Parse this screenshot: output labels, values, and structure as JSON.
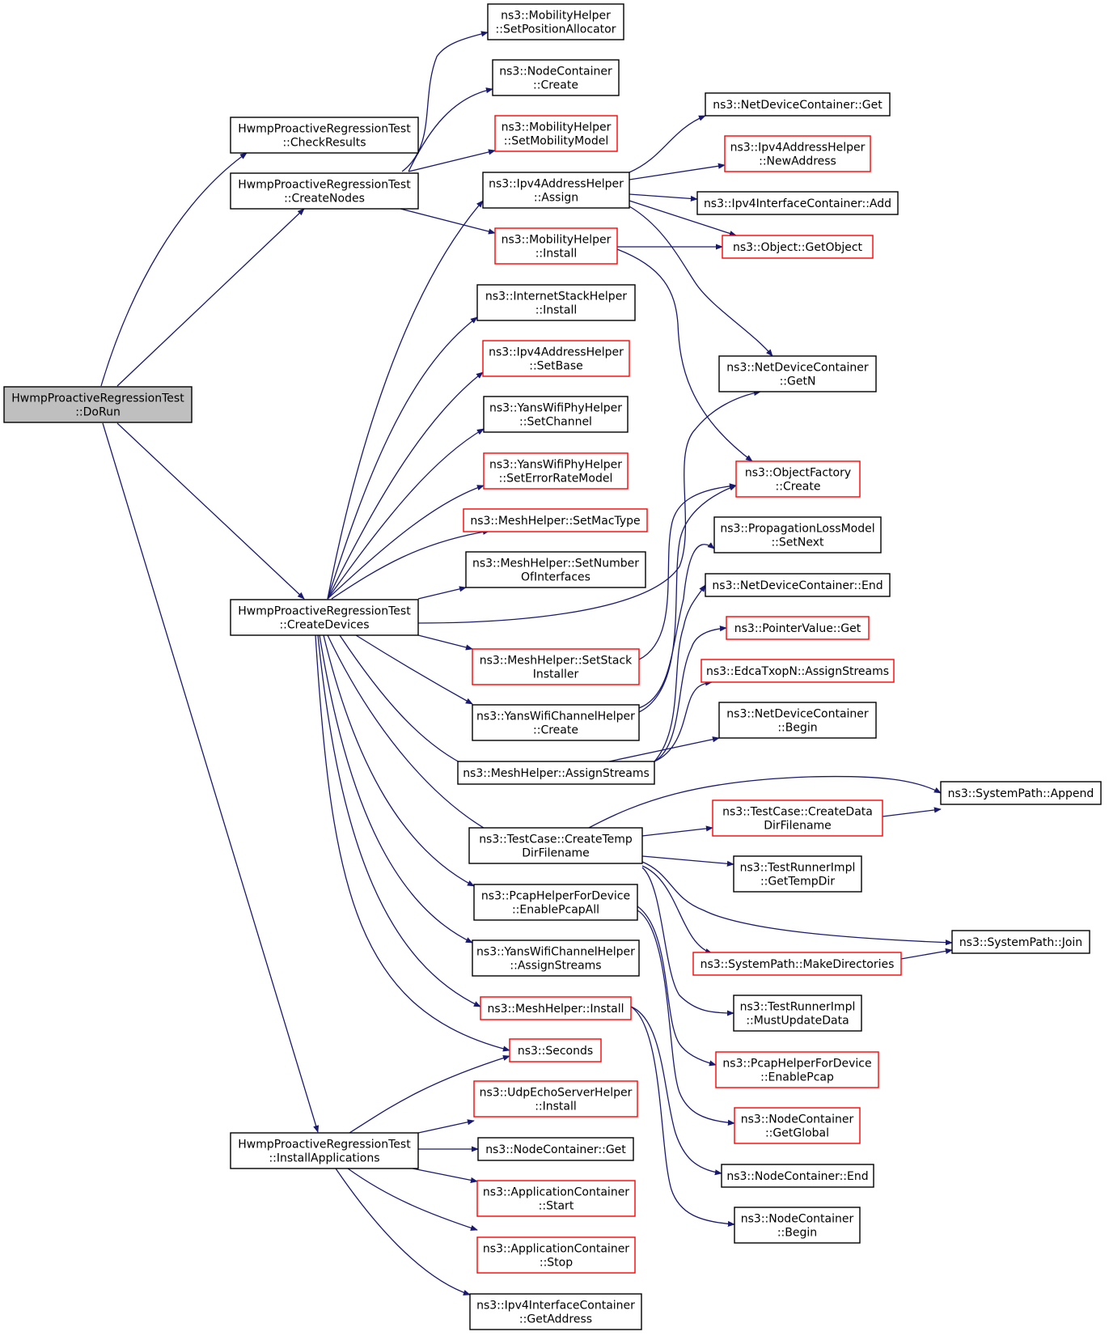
{
  "colors": {
    "edge": "#191970",
    "border_normal": "#000000",
    "border_undocumented": "#ff0000",
    "root_fill": "#bfbfbf"
  },
  "nodes": [
    {
      "id": "dorun",
      "lines": [
        "HwmpProactiveRegressionTest",
        "::DoRun"
      ],
      "style": "root"
    },
    {
      "id": "checkresults",
      "lines": [
        "HwmpProactiveRegressionTest",
        "::CheckResults"
      ],
      "style": "black"
    },
    {
      "id": "createnodes",
      "lines": [
        "HwmpProactiveRegressionTest",
        "::CreateNodes"
      ],
      "style": "black"
    },
    {
      "id": "createdevices",
      "lines": [
        "HwmpProactiveRegressionTest",
        "::CreateDevices"
      ],
      "style": "black"
    },
    {
      "id": "installapps",
      "lines": [
        "HwmpProactiveRegressionTest",
        "::InstallApplications"
      ],
      "style": "black"
    },
    {
      "id": "setposalloc",
      "lines": [
        "ns3::MobilityHelper",
        "::SetPositionAllocator"
      ],
      "style": "black"
    },
    {
      "id": "nc_create",
      "lines": [
        "ns3::NodeContainer",
        "::Create"
      ],
      "style": "black"
    },
    {
      "id": "setmobmodel",
      "lines": [
        "ns3::MobilityHelper",
        "::SetMobilityModel"
      ],
      "style": "red"
    },
    {
      "id": "ipv4assign",
      "lines": [
        "ns3::Ipv4AddressHelper",
        "::Assign"
      ],
      "style": "black"
    },
    {
      "id": "mob_install",
      "lines": [
        "ns3::MobilityHelper",
        "::Install"
      ],
      "style": "red"
    },
    {
      "id": "ish_install",
      "lines": [
        "ns3::InternetStackHelper",
        "::Install"
      ],
      "style": "black"
    },
    {
      "id": "ipv4setbase",
      "lines": [
        "ns3::Ipv4AddressHelper",
        "::SetBase"
      ],
      "style": "red"
    },
    {
      "id": "yans_setchannel",
      "lines": [
        "ns3::YansWifiPhyHelper",
        "::SetChannel"
      ],
      "style": "black"
    },
    {
      "id": "yans_seterr",
      "lines": [
        "ns3::YansWifiPhyHelper",
        "::SetErrorRateModel"
      ],
      "style": "red"
    },
    {
      "id": "mesh_setmac",
      "lines": [
        "ns3::MeshHelper::SetMacType"
      ],
      "style": "red"
    },
    {
      "id": "mesh_setnum",
      "lines": [
        "ns3::MeshHelper::SetNumber",
        "OfInterfaces"
      ],
      "style": "black"
    },
    {
      "id": "mesh_setstack",
      "lines": [
        "ns3::MeshHelper::SetStack",
        "Installer"
      ],
      "style": "red"
    },
    {
      "id": "ywch_create",
      "lines": [
        "ns3::YansWifiChannelHelper",
        "::Create"
      ],
      "style": "black"
    },
    {
      "id": "mesh_assignstreams",
      "lines": [
        "ns3::MeshHelper::AssignStreams"
      ],
      "style": "black"
    },
    {
      "id": "tc_createtemp",
      "lines": [
        "ns3::TestCase::CreateTemp",
        "DirFilename"
      ],
      "style": "black"
    },
    {
      "id": "pcap_all",
      "lines": [
        "ns3::PcapHelperForDevice",
        "::EnablePcapAll"
      ],
      "style": "black"
    },
    {
      "id": "ywch_assign",
      "lines": [
        "ns3::YansWifiChannelHelper",
        "::AssignStreams"
      ],
      "style": "black"
    },
    {
      "id": "mesh_install",
      "lines": [
        "ns3::MeshHelper::Install"
      ],
      "style": "red"
    },
    {
      "id": "seconds",
      "lines": [
        "ns3::Seconds"
      ],
      "style": "red"
    },
    {
      "id": "udpecho",
      "lines": [
        "ns3::UdpEchoServerHelper",
        "::Install"
      ],
      "style": "red"
    },
    {
      "id": "nc_get",
      "lines": [
        "ns3::NodeContainer::Get"
      ],
      "style": "black"
    },
    {
      "id": "ac_start",
      "lines": [
        "ns3::ApplicationContainer",
        "::Start"
      ],
      "style": "red"
    },
    {
      "id": "ac_stop",
      "lines": [
        "ns3::ApplicationContainer",
        "::Stop"
      ],
      "style": "red"
    },
    {
      "id": "ipv4ic_getaddr",
      "lines": [
        "ns3::Ipv4InterfaceContainer",
        "::GetAddress"
      ],
      "style": "black"
    },
    {
      "id": "ndc_get",
      "lines": [
        "ns3::NetDeviceContainer::Get"
      ],
      "style": "black"
    },
    {
      "id": "ipv4newaddr",
      "lines": [
        "ns3::Ipv4AddressHelper",
        "::NewAddress"
      ],
      "style": "red"
    },
    {
      "id": "ipv4ic_add",
      "lines": [
        "ns3::Ipv4InterfaceContainer::Add"
      ],
      "style": "black"
    },
    {
      "id": "getobject",
      "lines": [
        "ns3::Object::GetObject"
      ],
      "style": "red"
    },
    {
      "id": "ndc_getn",
      "lines": [
        "ns3::NetDeviceContainer",
        "::GetN"
      ],
      "style": "black"
    },
    {
      "id": "of_create",
      "lines": [
        "ns3::ObjectFactory",
        "::Create"
      ],
      "style": "red"
    },
    {
      "id": "plm_setnext",
      "lines": [
        "ns3::PropagationLossModel",
        "::SetNext"
      ],
      "style": "black"
    },
    {
      "id": "ndc_end",
      "lines": [
        "ns3::NetDeviceContainer::End"
      ],
      "style": "black"
    },
    {
      "id": "pv_get",
      "lines": [
        "ns3::PointerValue::Get"
      ],
      "style": "red"
    },
    {
      "id": "edca_assign",
      "lines": [
        "ns3::EdcaTxopN::AssignStreams"
      ],
      "style": "red"
    },
    {
      "id": "ndc_begin",
      "lines": [
        "ns3::NetDeviceContainer",
        "::Begin"
      ],
      "style": "black"
    },
    {
      "id": "sp_append",
      "lines": [
        "ns3::SystemPath::Append"
      ],
      "style": "black"
    },
    {
      "id": "tc_createdata",
      "lines": [
        "ns3::TestCase::CreateData",
        "DirFilename"
      ],
      "style": "red"
    },
    {
      "id": "tri_gettemp",
      "lines": [
        "ns3::TestRunnerImpl",
        "::GetTempDir"
      ],
      "style": "black"
    },
    {
      "id": "sp_join",
      "lines": [
        "ns3::SystemPath::Join"
      ],
      "style": "black"
    },
    {
      "id": "sp_makedirs",
      "lines": [
        "ns3::SystemPath::MakeDirectories"
      ],
      "style": "red"
    },
    {
      "id": "tri_mustupdate",
      "lines": [
        "ns3::TestRunnerImpl",
        "::MustUpdateData"
      ],
      "style": "black"
    },
    {
      "id": "pcap_enable",
      "lines": [
        "ns3::PcapHelperForDevice",
        "::EnablePcap"
      ],
      "style": "red"
    },
    {
      "id": "nc_getglobal",
      "lines": [
        "ns3::NodeContainer",
        "::GetGlobal"
      ],
      "style": "red"
    },
    {
      "id": "nc_end",
      "lines": [
        "ns3::NodeContainer::End"
      ],
      "style": "black"
    },
    {
      "id": "nc_begin",
      "lines": [
        "ns3::NodeContainer",
        "::Begin"
      ],
      "style": "black"
    }
  ]
}
